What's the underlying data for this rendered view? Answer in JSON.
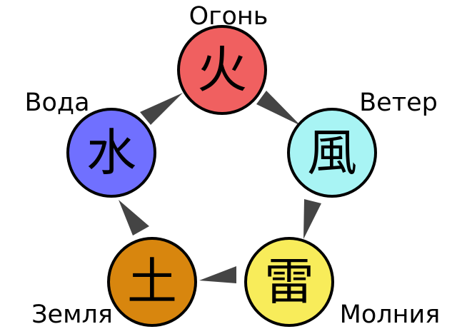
{
  "nodes": {
    "fire": {
      "label": "Огонь",
      "glyph": "火",
      "color": "#f06060"
    },
    "wind": {
      "label": "Ветер",
      "glyph": "風",
      "color": "#a8f4f4"
    },
    "lightning": {
      "label": "Молния",
      "glyph": "雷",
      "color": "#f8ec5a"
    },
    "earth": {
      "label": "Земля",
      "glyph": "土",
      "color": "#d8860e"
    },
    "water": {
      "label": "Вода",
      "glyph": "水",
      "color": "#7070ff"
    }
  },
  "cycle": [
    "fire",
    "wind",
    "lightning",
    "earth",
    "water",
    "fire"
  ],
  "arrow_color": "#444444"
}
